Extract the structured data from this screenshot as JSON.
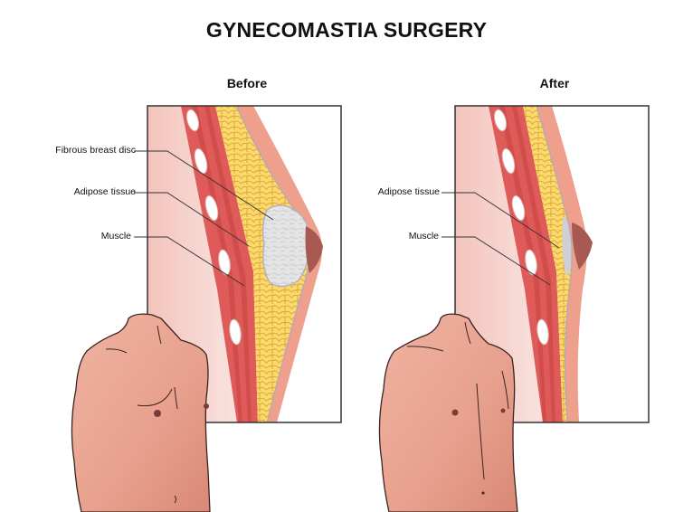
{
  "title": "GYNECOMASTIA SURGERY",
  "panels": [
    {
      "id": "before",
      "label": "Before",
      "callouts": [
        "Fibrous breast disc",
        "Adipose tissue",
        "Muscle"
      ]
    },
    {
      "id": "after",
      "label": "After",
      "callouts": [
        "Adipose tissue",
        "Muscle"
      ]
    }
  ],
  "colors": {
    "background": "#ffffff",
    "frame": "#333333",
    "skin_outer": "#eea08c",
    "skin_inner_bg": "#f6d3cc",
    "muscle": "#de5b5a",
    "muscle_dark": "#c9443f",
    "fat": "#fbd96a",
    "fat_lines": "#d8a23a",
    "gland": "#e2e2e2",
    "areola": "#a85a52",
    "torso": "#e9a491",
    "outline": "#3a2420"
  }
}
